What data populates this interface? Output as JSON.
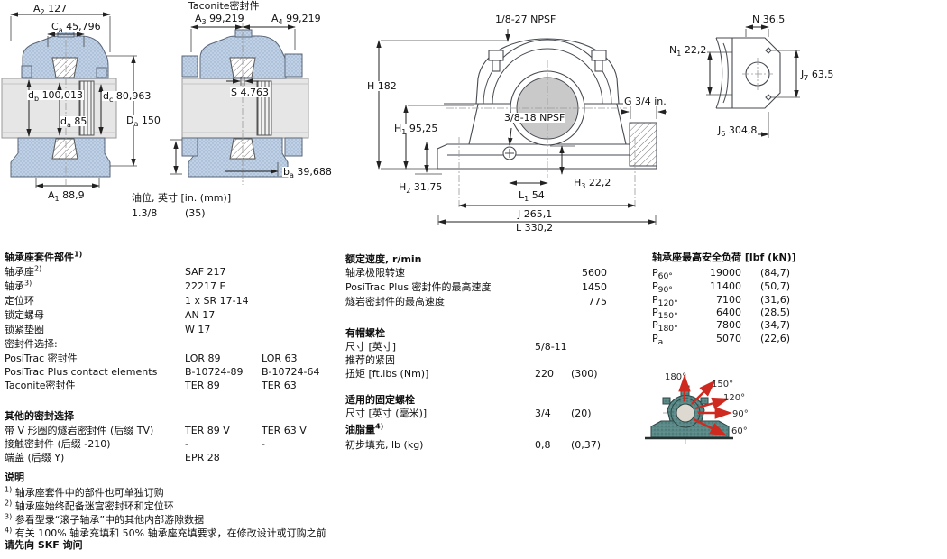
{
  "colors": {
    "housing_blue": "#c0d1e6",
    "housing_teal": "#5b8a88",
    "arrow_red": "#cf2a20",
    "bore_gray": "#c9c9c9",
    "line": "#464a50"
  },
  "drawings": {
    "front": {
      "dims": {
        "a2": {
          "s": "A",
          "u": "2",
          "v": "127"
        },
        "ca": {
          "s": "C",
          "u": "a",
          "v": "45,796"
        },
        "db": {
          "s": "d",
          "u": "b",
          "v": "100,013"
        },
        "dc": {
          "s": "d",
          "u": "c",
          "v": "80,963"
        },
        "da": {
          "s": "d",
          "u": "a",
          "v": "85"
        },
        "Da": {
          "s": "D",
          "u": "a",
          "v": "150"
        },
        "a1": {
          "s": "A",
          "u": "1",
          "v": "88,9"
        }
      }
    },
    "taconite": {
      "title": "Taconite密封件",
      "dims": {
        "a3": {
          "s": "A",
          "u": "3",
          "v": "99,219"
        },
        "a4": {
          "s": "A",
          "u": "4",
          "v": "99,219"
        },
        "s": {
          "s": "S",
          "u": "",
          "v": "4,763"
        },
        "ba": {
          "s": "b",
          "u": "a",
          "v": "39,688"
        }
      },
      "oil": {
        "label": "油位, 英寸 [in. (mm)]",
        "v1": "1.3/8",
        "v2": "(35)"
      }
    },
    "elevation": {
      "npsf1": "1/8-27 NPSF",
      "npsf2": "3/8-18 NPSF",
      "dims": {
        "h": {
          "s": "H",
          "u": "",
          "v": "182"
        },
        "h1": {
          "s": "H",
          "u": "1",
          "v": "95,25"
        },
        "h2": {
          "s": "H",
          "u": "2",
          "v": "31,75"
        },
        "h3": {
          "s": "H",
          "u": "3",
          "v": "22,2"
        },
        "l1": {
          "s": "L",
          "u": "1",
          "v": "54"
        },
        "j": {
          "s": "J",
          "u": "",
          "v": "265,1"
        },
        "l": {
          "s": "L",
          "u": "",
          "v": "330,2"
        },
        "g": {
          "s": "G",
          "u": "",
          "v": "3/4 in."
        }
      }
    },
    "side": {
      "dims": {
        "n": {
          "s": "N",
          "u": "",
          "v": "36,5"
        },
        "n1": {
          "s": "N",
          "u": "1",
          "v": "22,2"
        },
        "j7": {
          "s": "J",
          "u": "7",
          "v": "63,5"
        },
        "j6": {
          "s": "J",
          "u": "6",
          "v": "304,8"
        }
      }
    },
    "angles": [
      "180°",
      "150°",
      "120°",
      "90°",
      "60°"
    ]
  },
  "parts": {
    "header": {
      "text": "轴承座套件部件",
      "sup": "1)"
    },
    "rows": [
      {
        "label": "轴承座",
        "sup": "2)",
        "v1": "SAF 217",
        "v2": ""
      },
      {
        "label": "轴承",
        "sup": "3)",
        "v1": "22217 E",
        "v2": ""
      },
      {
        "label": "定位环",
        "sup": "",
        "v1": "1 x SR 17-14",
        "v2": ""
      },
      {
        "label": "锁定螺母",
        "sup": "",
        "v1": "AN 17",
        "v2": ""
      },
      {
        "label": "锁紧垫圈",
        "sup": "",
        "v1": "W 17",
        "v2": ""
      }
    ],
    "seals_header": "密封件选择:",
    "seal_rows": [
      {
        "label": "PosiTrac 密封件",
        "v1": "LOR 89",
        "v2": "LOR 63"
      },
      {
        "label": "PosiTrac Plus contact elements",
        "v1": "B-10724-89",
        "v2": "B-10724-64"
      },
      {
        "label": "Taconite密封件",
        "v1": "TER 89",
        "v2": "TER 63"
      }
    ],
    "other_header": "其他的密封选择",
    "other_rows": [
      {
        "label": "带 V 形圈的燧岩密封件 (后缀 TV)",
        "v1": "TER 89 V",
        "v2": "TER 63 V"
      },
      {
        "label": "接触密封件 (后缀 -210)",
        "v1": "-",
        "v2": "-"
      },
      {
        "label": "端盖 (后缀 Y)",
        "v1": "EPR 28",
        "v2": ""
      }
    ]
  },
  "speeds": {
    "header": "额定速度, r/min",
    "rows": [
      {
        "label": "轴承极限转速",
        "v": "5600"
      },
      {
        "label": "PosiTrac Plus 密封件的最高速度",
        "v": "1450"
      },
      {
        "label": "燧岩密封件的最高速度",
        "v": "775"
      }
    ]
  },
  "cap_bolts": {
    "header": "有帽螺栓",
    "size_label": "尺寸 [英寸]",
    "size_v": "5/8-11",
    "torque_label1": "推荐的紧固",
    "torque_label2": "扭矩 [ft.lbs (Nm)]",
    "torque_v1": "220",
    "torque_v2": "(300)"
  },
  "attach_bolts": {
    "header": "适用的固定螺栓",
    "size_label": "尺寸 [英寸 (毫米)]",
    "v1": "3/4",
    "v2": "(20)"
  },
  "grease": {
    "header": {
      "text": "油脂量",
      "sup": "4)"
    },
    "row_label": "初步填充, lb (kg)",
    "v1": "0,8",
    "v2": "(0,37)"
  },
  "loads": {
    "header": "轴承座最高安全负荷 [lbf (kN)]",
    "rows": [
      {
        "s": "P",
        "u": "60°",
        "v1": "19000",
        "v2": "(84,7)"
      },
      {
        "s": "P",
        "u": "90°",
        "v1": "11400",
        "v2": "(50,7)"
      },
      {
        "s": "P",
        "u": "120°",
        "v1": "7100",
        "v2": "(31,6)"
      },
      {
        "s": "P",
        "u": "150°",
        "v1": "6400",
        "v2": "(28,5)"
      },
      {
        "s": "P",
        "u": "180°",
        "v1": "7800",
        "v2": "(34,7)"
      },
      {
        "s": "P",
        "u": "a",
        "v1": "5070",
        "v2": "(22,6)"
      }
    ]
  },
  "notes": {
    "header": "说明",
    "items": [
      {
        "sup": "1)",
        "text": "轴承座套件中的部件也可单独订购"
      },
      {
        "sup": "2)",
        "text": "轴承座始终配备迷宫密封环和定位环"
      },
      {
        "sup": "3)",
        "text": "参看型录“滚子轴承”中的其他内部游隙数据"
      },
      {
        "sup": "4)",
        "text": "有关 100% 轴承充填和 50% 轴承座充填要求，在修改设计或订购之前"
      }
    ],
    "footer_bold": "请先向 SKF 询问"
  }
}
